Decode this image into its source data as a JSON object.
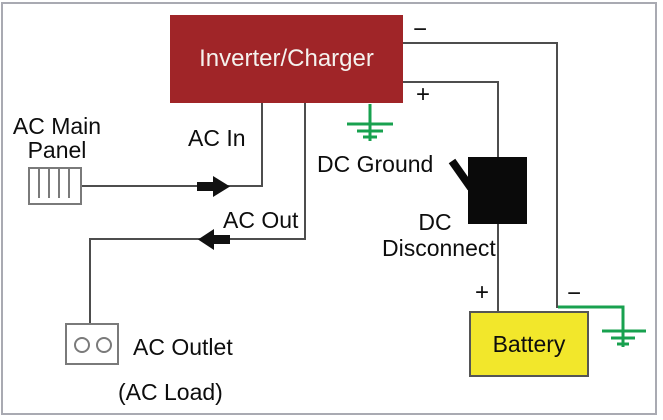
{
  "colors": {
    "inverter_red": "#a02528",
    "inverter_text": "#f5f2ee",
    "battery_yellow": "#f2e72b",
    "ground_green": "#18a14f",
    "wire_gray": "#4d4d4d",
    "outline_gray": "#7a7a7a",
    "arrow_black": "#111111",
    "frame_gray": "#a9aab2"
  },
  "nodes": {
    "inverter": {
      "label": "Inverter/Charger"
    },
    "ac_main_panel": {
      "label": "AC Main\nPanel"
    },
    "dc_disconnect": {
      "label": "DC\nDisconnect"
    },
    "battery": {
      "label": "Battery"
    },
    "ac_outlet": {
      "label": "AC Outlet",
      "sublabel": "(AC Load)"
    }
  },
  "wires": {
    "ac_in": {
      "label": "AC In"
    },
    "ac_out": {
      "label": "AC Out"
    },
    "dc_ground": {
      "label": "DC Ground"
    },
    "inverter_negative": {
      "label": "−"
    },
    "inverter_positive": {
      "label": "+"
    },
    "battery_positive": {
      "label": "+"
    },
    "battery_negative": {
      "label": "−"
    }
  }
}
